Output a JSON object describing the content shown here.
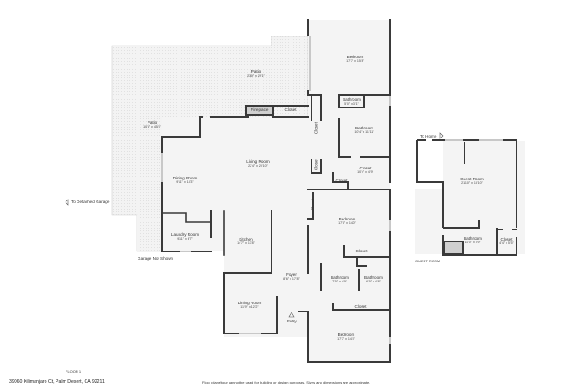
{
  "floor_label": "FLOOR 1",
  "address": "39060 Kilimanjaro Ct, Palm Desert, CA 92211",
  "disclaimer": "Floor plans/tour cannot be used for building or design purposes. Sizes and dimensions are approximate.",
  "guest_label": "GUEST ROOM",
  "notes": {
    "detached_garage": "To Detached Garage",
    "garage_not_shown": "Garage Not Shown",
    "entry": "Entry",
    "to_home": "To Home"
  },
  "colors": {
    "wall": "#3a3a3a",
    "floor": "#f4f4f4",
    "patio": "#ececec",
    "fireplace": "#cfcfcf",
    "window": "#cfcfcf"
  },
  "rooms": [
    {
      "name": "Bedroom",
      "dims": "17'7\" x 15'8\""
    },
    {
      "name": "Patio",
      "dims": "23'0\" x 29'1\""
    },
    {
      "name": "Patio",
      "dims": "10'5\" x 45'5\""
    },
    {
      "name": "Fireplace",
      "dims": ""
    },
    {
      "name": "Closet",
      "dims": ""
    },
    {
      "name": "Bathroom",
      "dims": "5'0\" x 3'1\""
    },
    {
      "name": "Bathroom",
      "dims": "10'4\" x 11'11\""
    },
    {
      "name": "Closet",
      "dims": ""
    },
    {
      "name": "Closet",
      "dims": ""
    },
    {
      "name": "Closet",
      "dims": "10'4\" x 4'9\""
    },
    {
      "name": "Closet",
      "dims": ""
    },
    {
      "name": "Living Room",
      "dims": "22'4\" x 20'10\""
    },
    {
      "name": "Dining Room",
      "dims": "9'11\" x 18'3\""
    },
    {
      "name": "Closet",
      "dims": ""
    },
    {
      "name": "Bedroom",
      "dims": "17'3\" x 14'0\""
    },
    {
      "name": "Laundry Room",
      "dims": "9'11\" x 6'7\""
    },
    {
      "name": "Kitchen",
      "dims": "14'7\" x 13'8\""
    },
    {
      "name": "Closet",
      "dims": ""
    },
    {
      "name": "Foyer",
      "dims": "8'6\" x 17'8\""
    },
    {
      "name": "Bathroom",
      "dims": "7'5\" x 4'9\""
    },
    {
      "name": "Bathroom",
      "dims": "6'5\" x 4'8\""
    },
    {
      "name": "Dining Room",
      "dims": "11'9\" x 12'2\""
    },
    {
      "name": "Closet",
      "dims": ""
    },
    {
      "name": "Bedroom",
      "dims": "17'7\" x 14'8\""
    },
    {
      "name": "Guest Room",
      "dims": "21'10\" x 18'10\""
    },
    {
      "name": "Bathroom",
      "dims": "11'0\" x 5'9\""
    },
    {
      "name": "Closet",
      "dims": "4'4\" x 5'5\""
    }
  ]
}
